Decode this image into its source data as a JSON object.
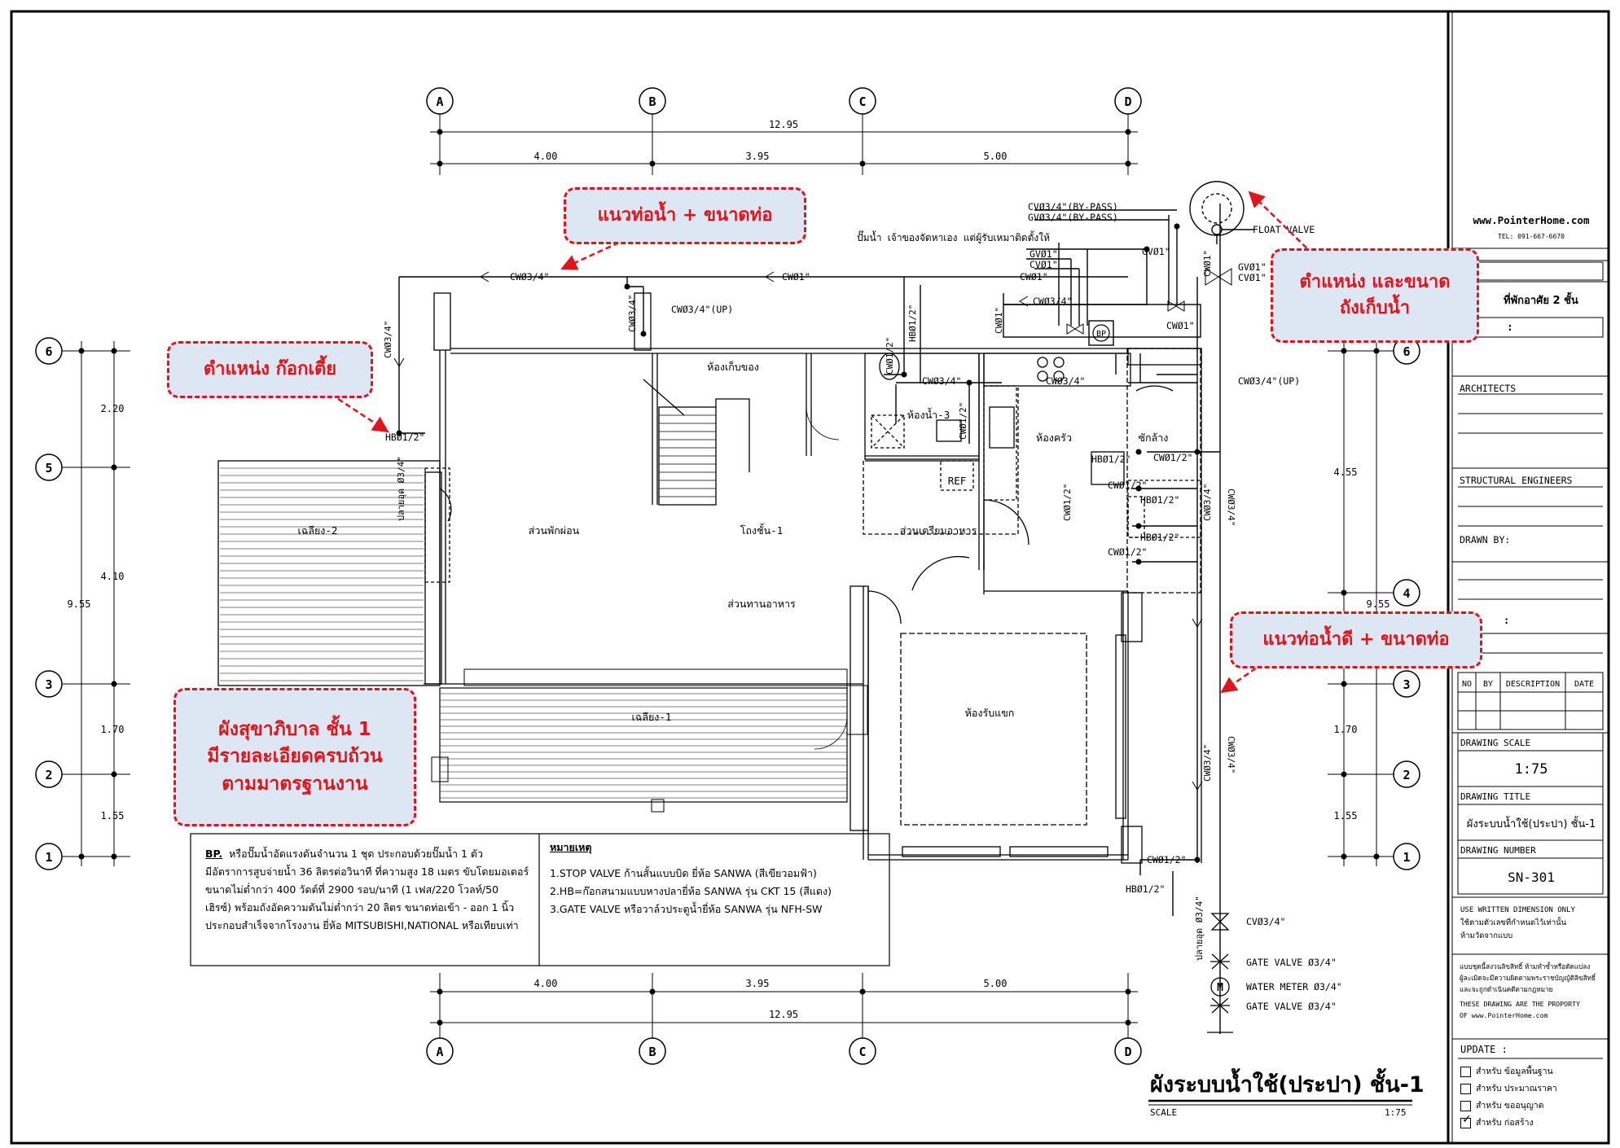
{
  "grid": {
    "columns": [
      "A",
      "B",
      "C",
      "D"
    ],
    "rows": [
      "6",
      "5",
      "4",
      "3",
      "2",
      "1"
    ],
    "overall_width": "12.95",
    "col_spans": [
      "4.00",
      "3.95",
      "5.00"
    ],
    "overall_height": "9.55",
    "left_row_spans": [
      "2.20",
      "4.10",
      "1.70",
      "1.55"
    ],
    "right_row_spans": [
      "4.55",
      "1.70",
      "1.55"
    ]
  },
  "rooms": {
    "storage": "ห้องเก็บของ",
    "bath3": "ห้องน้ำ-3",
    "kitchen": "ห้องครัว",
    "wash": "ซักล้าง",
    "terrace2": "เฉลียง-2",
    "living": "ส่วนพักผ่อน",
    "hall": "โถงชั้น-1",
    "prep": "ส่วนเตรียมอาหาร",
    "dining": "ส่วนทานอาหาร",
    "guest": "ห้องรับแขก",
    "terrace1": "เฉลียง-1",
    "ref": "REF"
  },
  "pipes": {
    "cw34_top": "CWØ3/4\"",
    "cw1_top": "CWØ1\"",
    "cw34_up": "CWØ3/4\"(UP)",
    "cv_bypass": "CVØ3/4\"(BY-PASS)",
    "gv_bypass": "GVØ3/4\"(BY-PASS)",
    "pump_note": "ปั๊มน้ำ เจ้าของจัดหาเอง แต่ผู้รับเหมาติดตั้งให้",
    "gv1a": "GVØ1\"",
    "cv1": "CVØ1\"",
    "cw1a": "CWØ1\"",
    "gv1b": "GVØ1\"",
    "cw34_b": "CWØ3/4\"",
    "cw1_b": "CWØ1\"",
    "cw34_c": "CWØ3/4\"",
    "cw34_d": "CWØ3/4\"",
    "cw34_up2": "CWØ3/4\"(UP)",
    "float_valve": "FLOAT VALVE",
    "gv1c": "GVØ1\"",
    "cv1c": "CVØ1\"",
    "hb12_a": "HBØ1/2\"",
    "hb12_b": "HBØ1/2\"",
    "hb12_c": "HBØ1/2\"",
    "hb12_d": "HBØ1/2\"",
    "cw12_a": "CWØ1/2\"",
    "cw12_b": "CWØ1/2\"",
    "cw12_c": "CWØ1/2\"",
    "cw12_d": "CWØ1/2\"",
    "cw12_e": "CWØ1/2\"",
    "cw12_f": "CWØ1/2\"",
    "cw1_vert": "CWØ1\"",
    "cw34_vert_left": "CWØ3/4\"",
    "cw34_vert_a": "CWØ3/4\"",
    "cw34_vert_b": "CWØ3/4\"",
    "cw34_vert_c": "CWØ3/4\"",
    "cw34_vert_d": "CWØ3/4\"",
    "cw34_vert_e": "CWØ3/4\"",
    "cw12_vert": "CWØ1/2\"",
    "cw1_vert2": "CWØ1\"",
    "bp": "BP",
    "tap_left": "ปลายอุด Ø3/4\"",
    "tap_bottom": "ปลายอุด Ø3/4\"",
    "cv34_meter": "CVØ3/4\"",
    "gate1": "GATE VALVE Ø3/4\"",
    "meter": "WATER METER Ø3/4\"",
    "gate2": "GATE VALVE Ø3/4\"",
    "meter_symbol": "M"
  },
  "callouts": {
    "pipe_line": "แนวท่อน้ำ + ขนาดท่อ",
    "tank_line1": "ตำแหน่ง และขนาด",
    "tank_line2": "ถังเก็บน้ำ",
    "faucet": "ตำแหน่ง ก๊อกเตี้ย",
    "good_pipe": "แนวท่อน้ำดี + ขนาดท่อ",
    "plan_line1": "ผังสุขาภิบาล ชั้น 1",
    "plan_line2": "มีรายละเอียดครบถ้วน",
    "plan_line3": "ตามมาตรฐานงาน"
  },
  "bp_note": {
    "label": "BP.",
    "lines": [
      "หรือปั๊มน้ำอัดแรงดันจำนวน 1 ชุด ประกอบด้วยปั๊มน้ำ 1 ตัว",
      "มีอัตราการสูบจ่ายน้ำ 36 ลิตรต่อวินาที ที่ความสูง 18 เมตร ขับโดยมอเตอร์",
      "ขนาดไม่ต่ำกว่า 400 วัตต์ที่ 2900 รอบ/นาที (1 เฟส/220 โวลท์/50",
      "เฮิรซ์) พร้อมถังอัดความดันไม่ต่ำกว่า 20 ลิตร ขนาดท่อเข้า - ออก 1 นิ้ว",
      "ประกอบสำเร็จจากโรงงาน ยี่ห้อ MITSUBISHI,NATIONAL หรือเทียบเท่า"
    ]
  },
  "legend": {
    "title": "หมายเหตุ",
    "items": [
      "1.STOP VALVE ก้านสั้นแบบบิด ยี่ห้อ SANWA (สีเขียวอมฟ้า)",
      "2.HB=ก๊อกสนามแบบหางปลายี่ห้อ SANWA รุ่น CKT 15 (สีแดง)",
      "3.GATE VALVE หรือวาล์วประตูน้ำยี่ห้อ SANWA รุ่น NFH-SW"
    ]
  },
  "plan_title": {
    "title": "ผังระบบน้ำใช้(ประปา) ชั้น-1",
    "scale_label": "SCALE",
    "scale_value": "1:75"
  },
  "title_block": {
    "website": "www.PointerHome.com",
    "tel": "TEL: 091-667-6670",
    "project": "ที่พักอาศัย 2 ชั้น",
    "colon": ":",
    "architects": "ARCHITECTS",
    "structural": "STRUCTURAL ENGINEERS",
    "drawn_by": "DRAWN BY:",
    "checked": ":",
    "rev_headers": [
      "NO",
      "BY",
      "DESCRIPTION",
      "DATE"
    ],
    "drawing_scale_label": "DRAWING SCALE",
    "drawing_scale": "1:75",
    "drawing_title_label": "DRAWING TITLE",
    "drawing_title": "ผังระบบน้ำใช้(ประปา) ชั้น-1",
    "drawing_number_label": "DRAWING NUMBER",
    "drawing_number": "SN-301",
    "note_en": "USE WRITTEN DIMENSION ONLY",
    "note_th1": "ใช้ตามตัวเลขที่กำหนดไว้เท่านั้น",
    "note_th2": "ห้ามวัดจากแบบ",
    "copyright_th1": "แบบชุดนี้สงวนลิขสิทธิ์ ห้ามทำซ้ำหรือดัดแปลง",
    "copyright_th2": "ผู้ละเมิดจะมีความผิดตามพระราชบัญญัติลิขสิทธิ์",
    "copyright_th3": "และจะถูกดำเนินคดีตามกฎหมาย",
    "copyright_en1": "THESE DRAWING ARE THE PROPORTY",
    "copyright_en2": "OF www.PointerHome.com",
    "update_label": "UPDATE :",
    "updates": [
      {
        "label": "สำหรับ ข้อมูลพื้นฐาน",
        "checked": false
      },
      {
        "label": "สำหรับ ประมาณราคา",
        "checked": false
      },
      {
        "label": "สำหรับ ขออนุญาต",
        "checked": false
      },
      {
        "label": "สำหรับ ก่อสร้าง",
        "checked": true
      }
    ]
  }
}
